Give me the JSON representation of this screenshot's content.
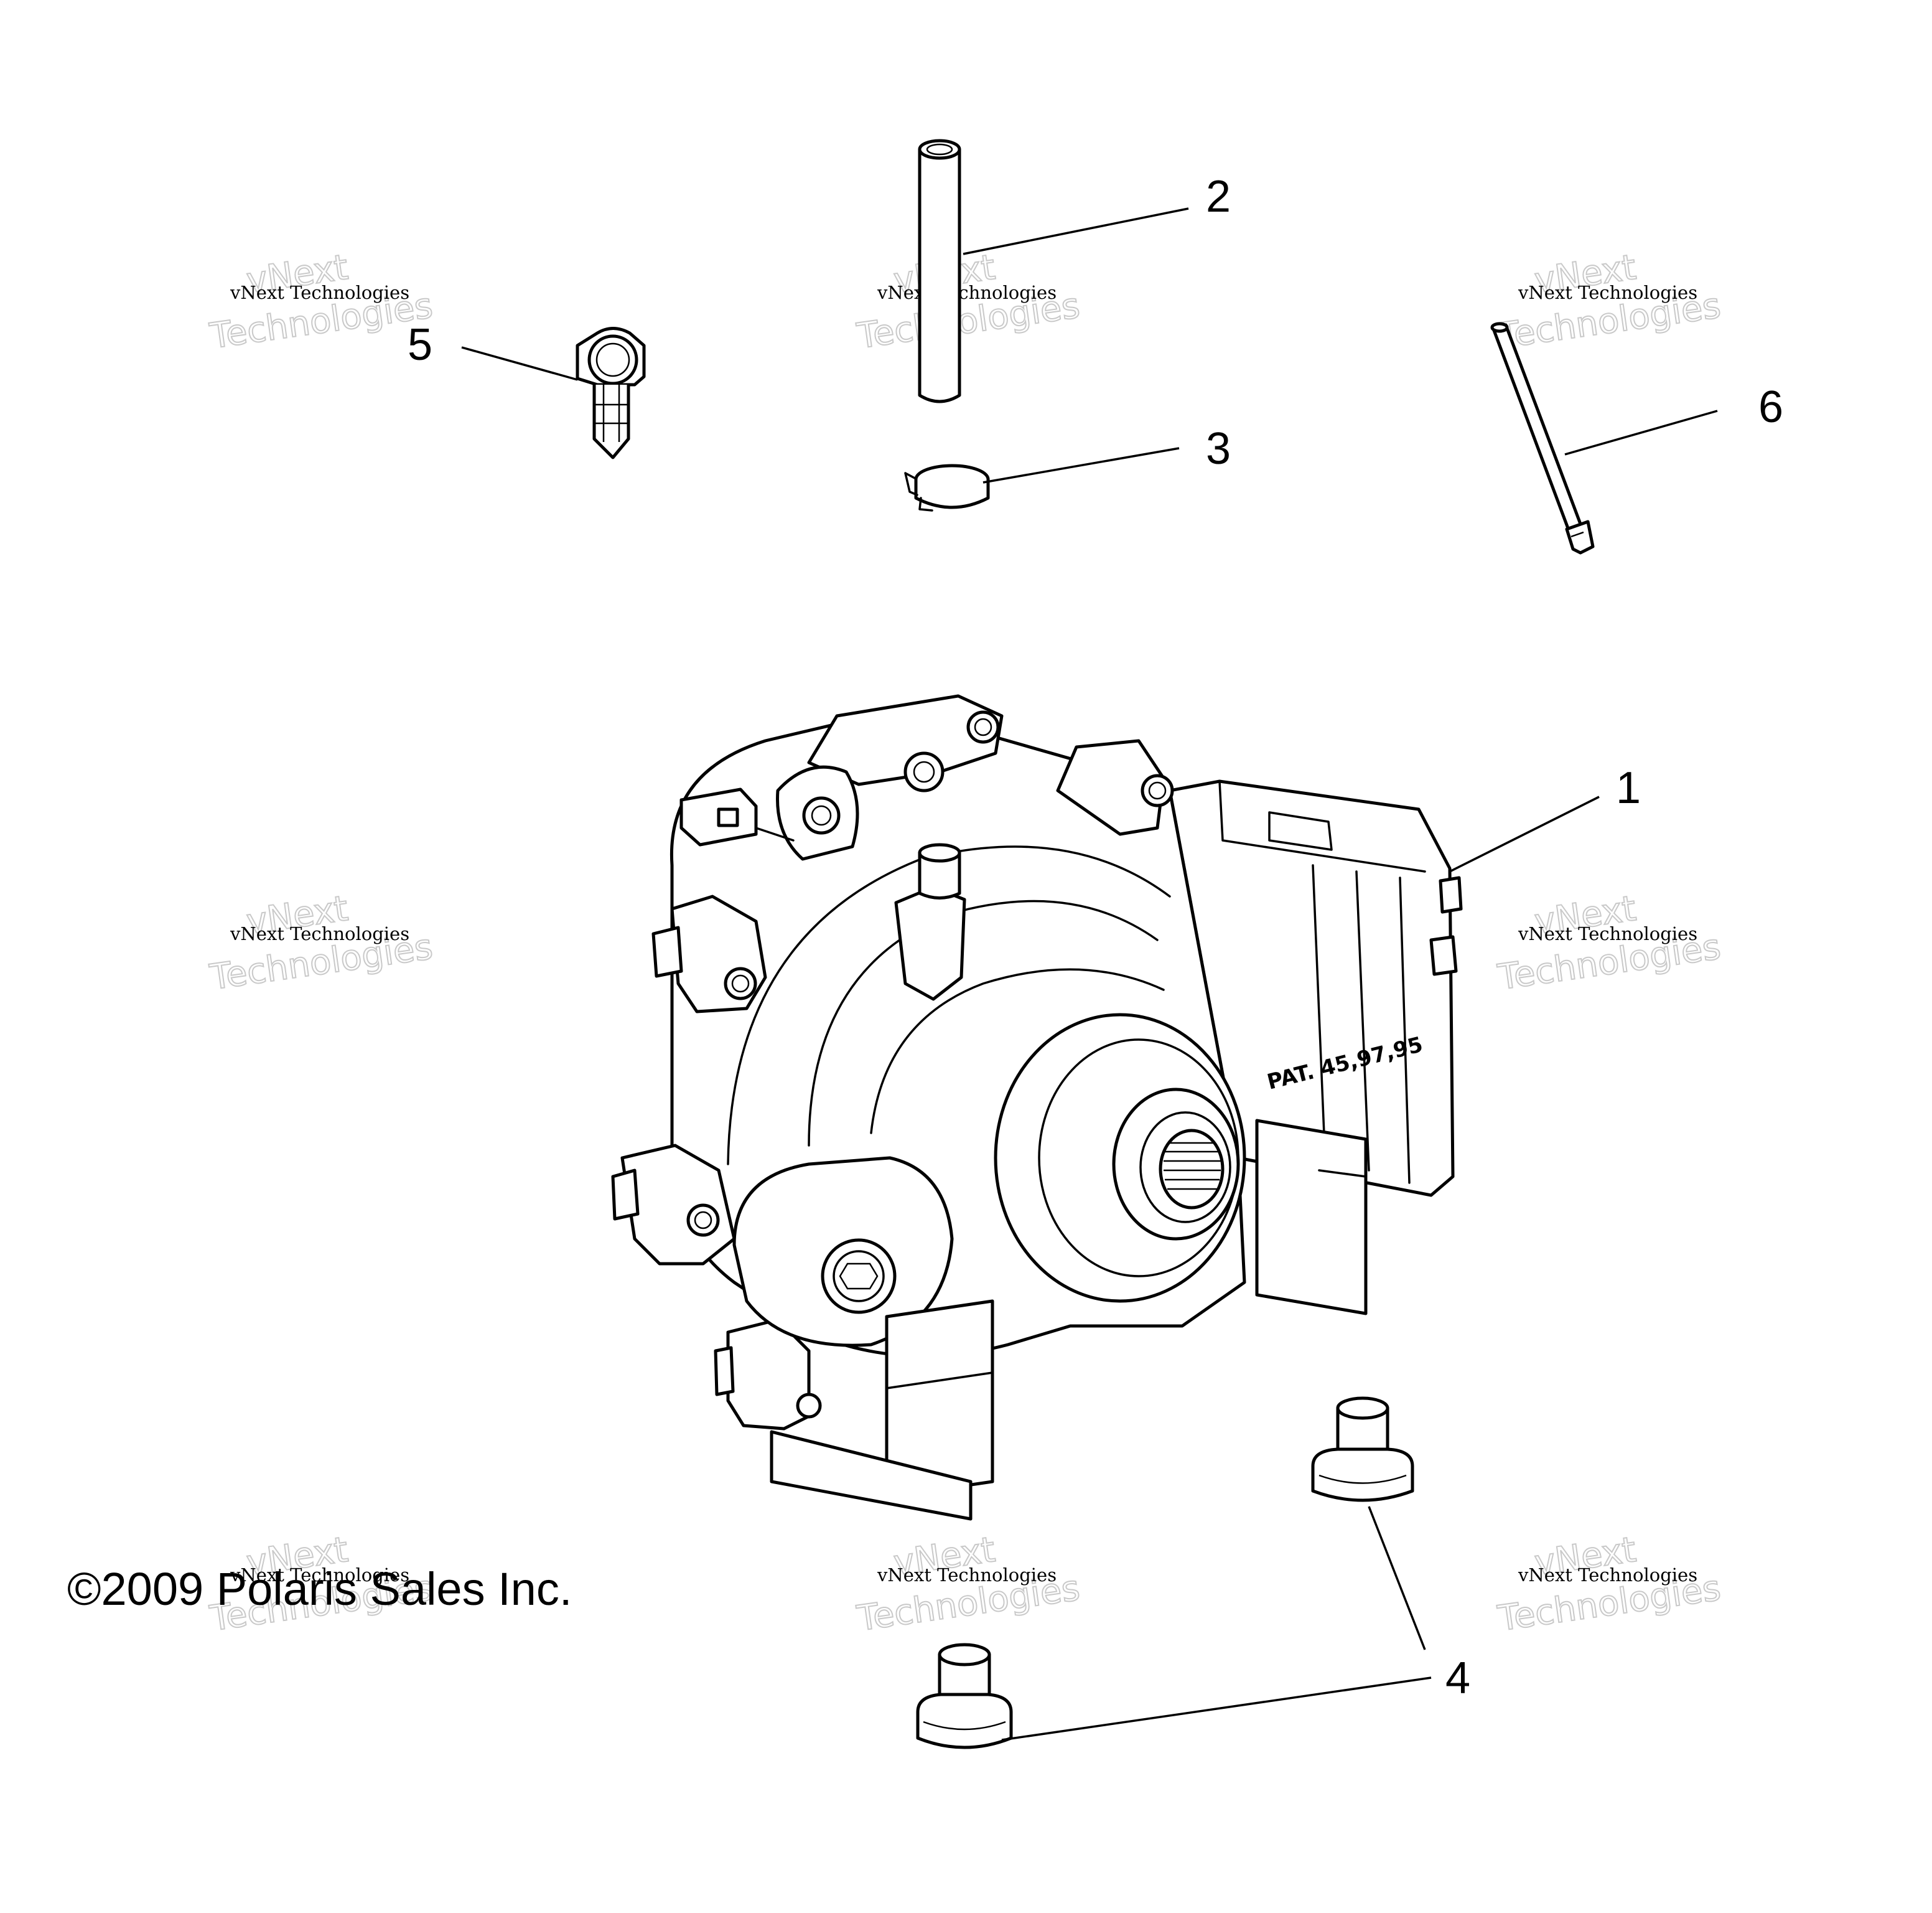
{
  "diagram": {
    "copyright": "©2009 Polaris Sales Inc.",
    "callouts": [
      {
        "id": "1",
        "label": "1"
      },
      {
        "id": "2",
        "label": "2"
      },
      {
        "id": "3",
        "label": "3"
      },
      {
        "id": "4",
        "label": "4"
      },
      {
        "id": "5",
        "label": "5"
      },
      {
        "id": "6",
        "label": "6"
      }
    ],
    "casting_text": "PAT. 45,97,95",
    "watermark": {
      "line1": "vNext Technologies",
      "line2": "vNext",
      "line3": "Technologies"
    }
  }
}
